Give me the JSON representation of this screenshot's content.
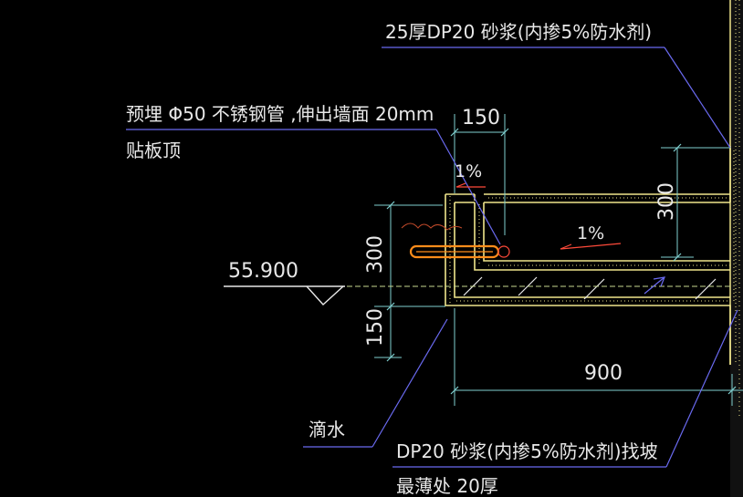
{
  "notes": {
    "top_right": "25厚DP20 砂浆(内掺5%防水剂)",
    "pipe_line1": "预埋 Φ50 不锈钢管 ,伸出墙面 20mm",
    "pipe_line2": "贴板顶",
    "drip": "滴水",
    "bottom_line1": "DP20 砂浆(内掺5%防水剂)找坡",
    "bottom_line2": "最薄处 20厚"
  },
  "dimensions": {
    "top_width": "150",
    "right_height": "300",
    "left_height": "300",
    "left_lower": "150",
    "bottom_width": "900"
  },
  "elevation": "55.900",
  "slopes": {
    "upper": "1%",
    "middle": "1%"
  },
  "colors": {
    "background": "#000000",
    "text": "#e8e8e8",
    "leader": "#6a6af0",
    "dimension": "#7fd0d0",
    "slab": "#f0e68c",
    "pipe": "#ff8c1a",
    "slope_arrow": "#ff4a3a",
    "level_line": "#c8d890"
  }
}
